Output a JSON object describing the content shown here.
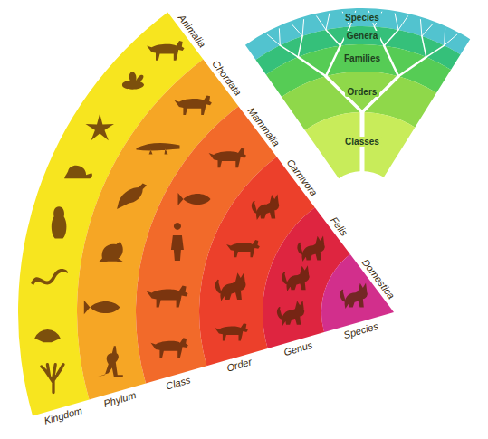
{
  "diagram": {
    "nodes": [
      {
        "text": [
          "Kingdom",
          "Animalia"
        ]
      },
      {
        "text": [
          "Phylum",
          "Chordata"
        ]
      },
      {
        "text": [
          "Class",
          "Mammalia"
        ]
      },
      {
        "text": [
          "Order",
          "Carnivora"
        ]
      },
      {
        "text": [
          "Genus",
          "Felis"
        ]
      },
      {
        "text": [
          "Species",
          "Domestica"
        ]
      },
      {
        "text": [
          "Species"
        ]
      },
      {
        "text": [
          "Genera"
        ]
      },
      {
        "text": [
          "Families"
        ]
      },
      {
        "text": [
          "Orders"
        ]
      },
      {
        "text": [
          "Classes"
        ]
      }
    ]
  }
}
